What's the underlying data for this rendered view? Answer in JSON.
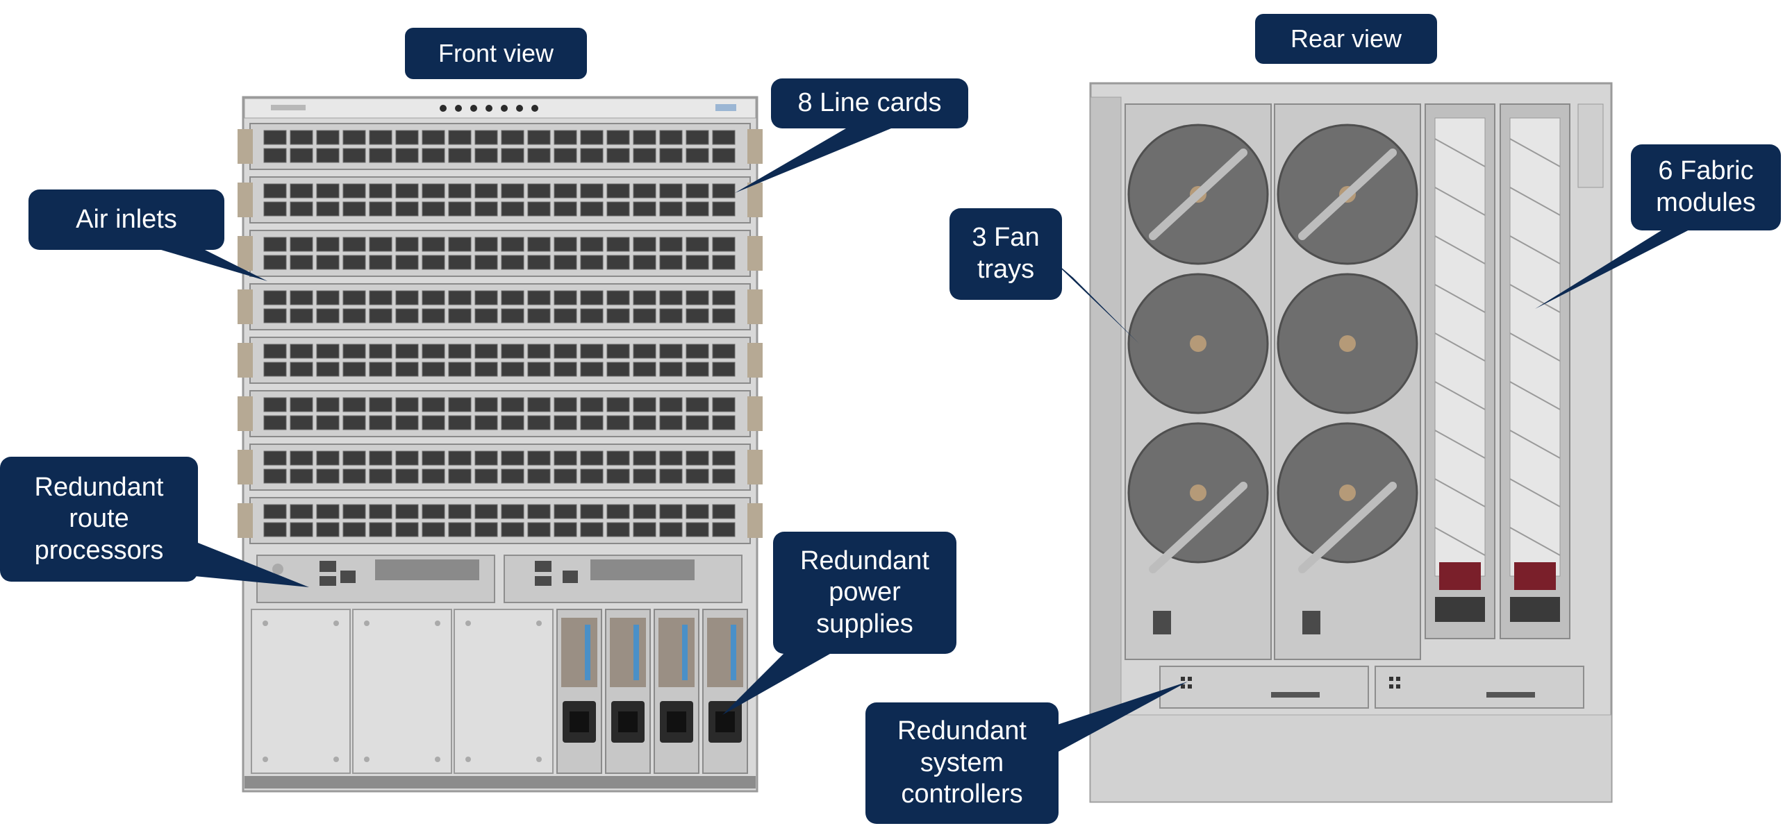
{
  "front": {
    "title": "Front view",
    "labels": {
      "line_cards": "8 Line cards",
      "air_inlets": "Air inlets",
      "route_processors": "Redundant\nroute\nprocessors",
      "power_supplies": "Redundant\npower\nsupplies"
    },
    "line_card_count": 8,
    "psu_bay_count": 7,
    "psu_installed_count": 4
  },
  "rear": {
    "title": "Rear view",
    "labels": {
      "fan_trays": "3 Fan\ntrays",
      "fabric_modules": "6 Fabric\nmodules",
      "system_controllers": "Redundant\nsystem\ncontrollers"
    },
    "fan_columns": 2,
    "fan_rows": 3,
    "fabric_slots": 2
  },
  "colors": {
    "callout": "#0d2a52",
    "chassis": "#d7d7d7",
    "dark": "#3b3b3b",
    "card_handle": "#b6a994"
  }
}
